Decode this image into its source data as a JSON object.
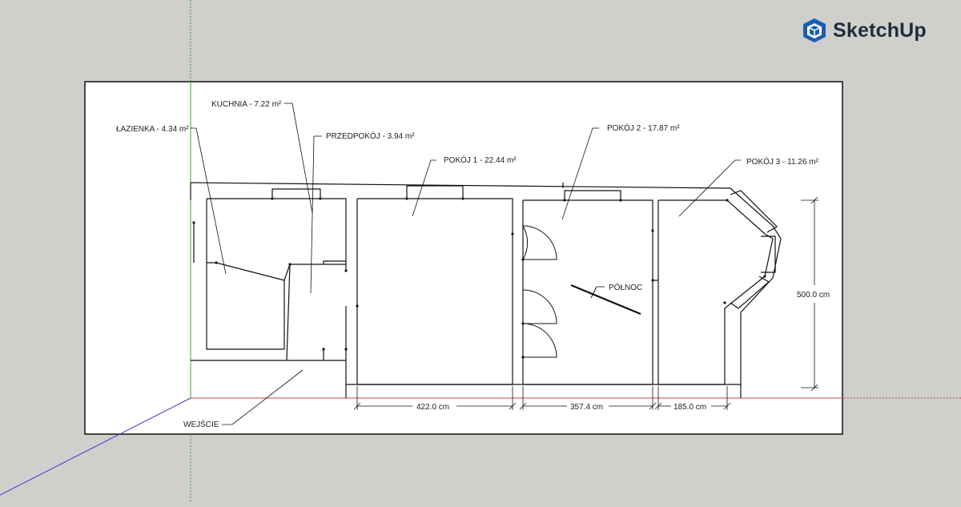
{
  "app": {
    "brand_name": "SketchUp",
    "logo_icon": "sketchup-logo-icon",
    "accent_color": "#1a5fb4"
  },
  "viewport": {
    "background_color": "#cfcfcb",
    "paper_color": "#ffffff",
    "axes": {
      "red_axis_color": "#d24040",
      "green_axis_color": "#3ca33c",
      "blue_axis_color": "#3a3ad0"
    }
  },
  "plan": {
    "room_labels": [
      "ŁAZIENKA - 4.34 m²",
      "KUCHNIA - 7.22 m²",
      "PRZEDPOKÓJ - 3.94 m²",
      "POKÓJ 1 - 22.44 m²",
      "POKÓJ 2 - 17.87 m²",
      "POKÓJ 3 - 11.26 m²",
      "WEJŚCIE"
    ],
    "north_label": "PÓŁNOC",
    "dimensions": [
      "422.0 cm",
      "357.4 cm",
      "185.0 cm",
      "500.0 cm"
    ]
  }
}
